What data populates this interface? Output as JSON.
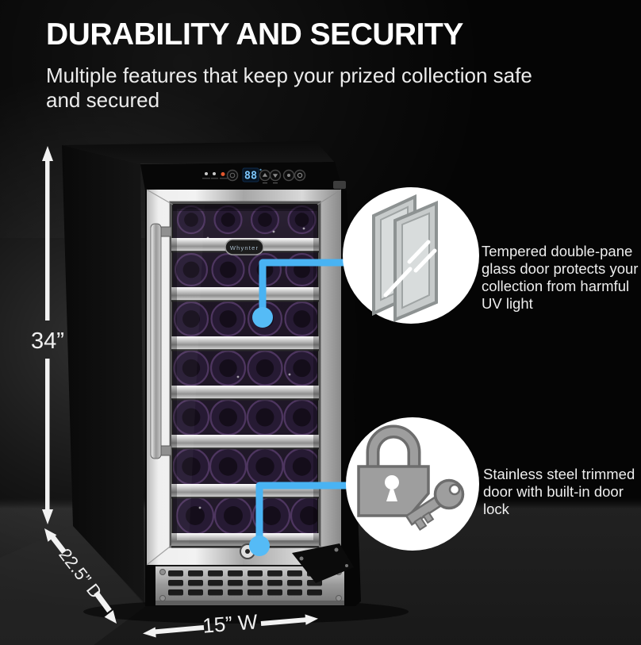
{
  "header": {
    "title": "DURABILITY AND SECURITY",
    "subtitle": "Multiple features that keep your prized collection safe and secured"
  },
  "product": {
    "brand_badge": "Whynter",
    "temperature_display": "88"
  },
  "dimensions": {
    "height": "34”",
    "depth": "22.5” D",
    "width": "15” W"
  },
  "callouts": [
    {
      "icon": "double-pane-glass-icon",
      "text": "Tempered double-pane glass door protects your collection from harmful UV light"
    },
    {
      "icon": "lock-and-key-icon",
      "text": "Stainless steel trimmed door with built-in door lock"
    }
  ],
  "colors": {
    "background": "#0a0a0a",
    "accent_blue": "#49b3f3",
    "callout_circle": "#ffffff",
    "icon_gray": "#9e9e9e",
    "text": "#f2f2f2"
  }
}
